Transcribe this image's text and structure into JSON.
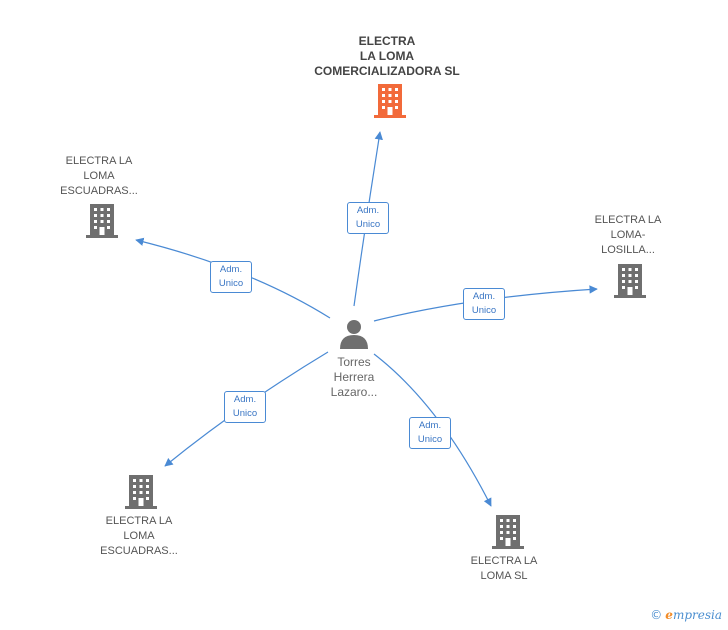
{
  "nodes": {
    "main": {
      "label_lines": [
        "ELECTRA",
        "LA LOMA",
        "COMERCIALIZADORA SL"
      ],
      "icon": "building-icon",
      "color": "#f26a3a"
    },
    "escuadras_top": {
      "label_lines": [
        "ELECTRA LA",
        "LOMA",
        "ESCUADRAS..."
      ],
      "icon": "building-icon",
      "color": "#6f6f6f"
    },
    "losilla": {
      "label_lines": [
        "ELECTRA LA",
        "LOMA-",
        "LOSILLA..."
      ],
      "icon": "building-icon",
      "color": "#6f6f6f"
    },
    "escuadras_bottom": {
      "label_lines": [
        "ELECTRA LA",
        "LOMA",
        "ESCUADRAS..."
      ],
      "icon": "building-icon",
      "color": "#6f6f6f"
    },
    "loma_sl": {
      "label_lines": [
        "ELECTRA LA",
        "LOMA SL"
      ],
      "icon": "building-icon",
      "color": "#6f6f6f"
    },
    "person": {
      "label_lines": [
        "Torres",
        "Herrera",
        "Lazaro..."
      ],
      "icon": "person-icon",
      "color": "#6f6f6f"
    }
  },
  "edges": {
    "to_main": {
      "lines": [
        "Adm.",
        "Unico"
      ]
    },
    "to_escuadras_top": {
      "lines": [
        "Adm.",
        "Unico"
      ]
    },
    "to_losilla": {
      "lines": [
        "Adm.",
        "Unico"
      ]
    },
    "to_escuadras_bottom": {
      "lines": [
        "Adm.",
        "Unico"
      ]
    },
    "to_loma_sl": {
      "lines": [
        "Adm.",
        "Unico"
      ]
    }
  },
  "edge_color": "#4a8ad4",
  "footer": {
    "copyright": "©",
    "brand_initial": "e",
    "brand_rest": "mpresia"
  }
}
